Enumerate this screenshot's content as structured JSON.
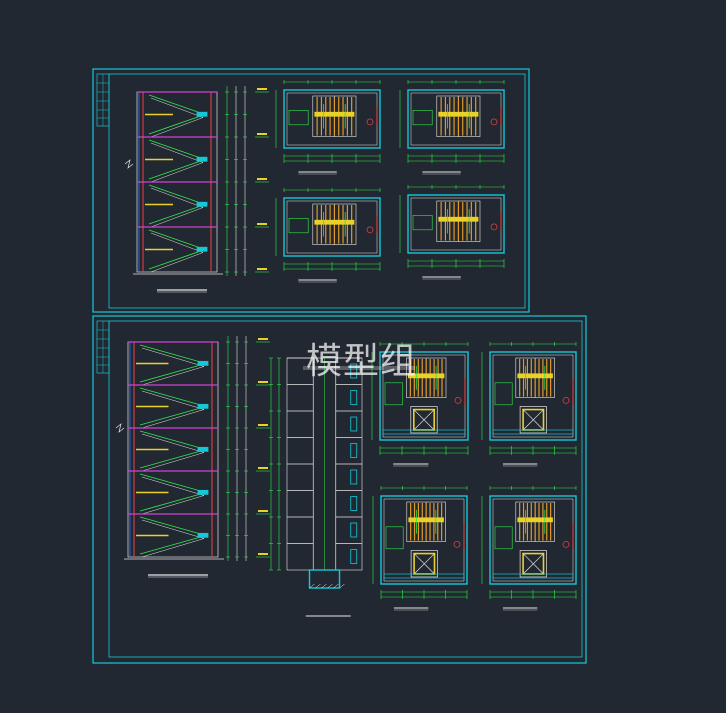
{
  "watermark": "模型组",
  "colors": {
    "background": "#222831",
    "frame": "#14c8d8",
    "green": "#2ee84a",
    "yellow": "#e8d22a",
    "red": "#e04040",
    "white": "#e6e6e6",
    "magenta": "#d040d0",
    "blue": "#2a6de0",
    "orange": "#e09a2a"
  },
  "sheets": [
    {
      "id": "sheet-1",
      "sections": 1,
      "plans": 4,
      "elevator_plans": 0
    },
    {
      "id": "sheet-2",
      "sections": 2,
      "plans": 4,
      "elevator_plans": 4
    }
  ]
}
